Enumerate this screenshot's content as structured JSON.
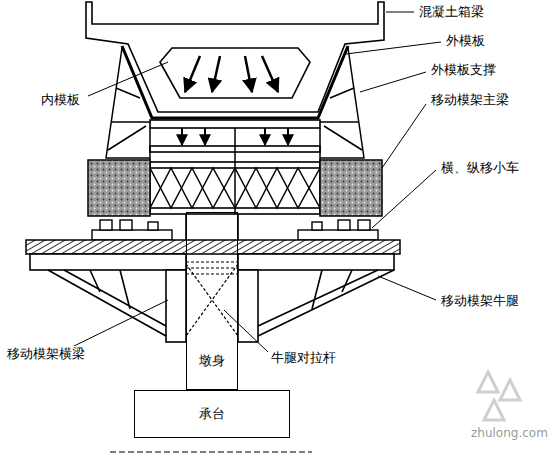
{
  "diagram": {
    "nodes": [
      {
        "text": [
          "墩身"
        ]
      },
      {
        "text": [
          "承台"
        ]
      }
    ],
    "edges": [],
    "labels": [
      "混凝土箱梁",
      "外模板",
      "外模板支撑",
      "移动模架主梁",
      "横、纵移小车",
      "移动模架牛腿",
      "内模板",
      "移动模架横梁",
      "牛腿对拉杆",
      "zhulong.com"
    ]
  }
}
